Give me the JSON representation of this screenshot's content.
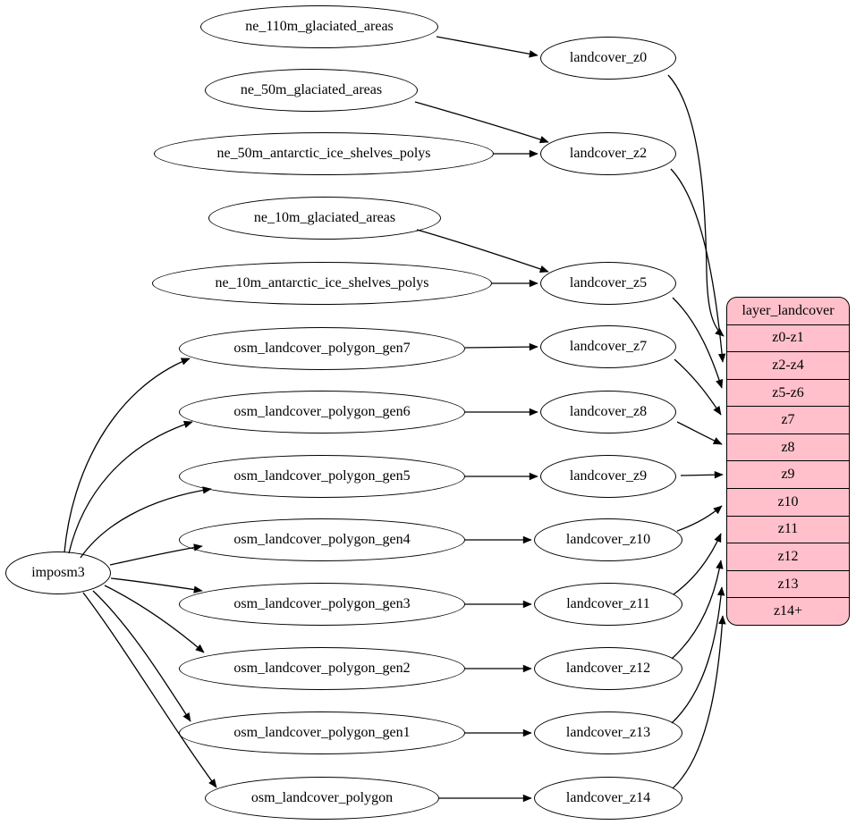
{
  "diagram": {
    "kind": "dataflow-graph",
    "background": "#ffffff",
    "node_fill": "#ffffff",
    "node_stroke": "#000000",
    "edge_color": "#000000",
    "record_fill": "#ffc0cb"
  },
  "nodes": {
    "importer": "imposm3",
    "sources": [
      "ne_110m_glaciated_areas",
      "ne_50m_glaciated_areas",
      "ne_50m_antarctic_ice_shelves_polys",
      "ne_10m_glaciated_areas",
      "ne_10m_antarctic_ice_shelves_polys",
      "osm_landcover_polygon_gen7",
      "osm_landcover_polygon_gen6",
      "osm_landcover_polygon_gen5",
      "osm_landcover_polygon_gen4",
      "osm_landcover_polygon_gen3",
      "osm_landcover_polygon_gen2",
      "osm_landcover_polygon_gen1",
      "osm_landcover_polygon"
    ],
    "transforms": [
      "landcover_z0",
      "landcover_z2",
      "landcover_z5",
      "landcover_z7",
      "landcover_z8",
      "landcover_z9",
      "landcover_z10",
      "landcover_z11",
      "landcover_z12",
      "landcover_z13",
      "landcover_z14"
    ]
  },
  "record": {
    "title": "layer_landcover",
    "rows": [
      "z0-z1",
      "z2-z4",
      "z5-z6",
      "z7",
      "z8",
      "z9",
      "z10",
      "z11",
      "z12",
      "z13",
      "z14+"
    ]
  },
  "edges": [
    [
      "ne_110m_glaciated_areas",
      "landcover_z0"
    ],
    [
      "ne_50m_glaciated_areas",
      "landcover_z2"
    ],
    [
      "ne_50m_antarctic_ice_shelves_polys",
      "landcover_z2"
    ],
    [
      "ne_10m_glaciated_areas",
      "landcover_z5"
    ],
    [
      "ne_10m_antarctic_ice_shelves_polys",
      "landcover_z5"
    ],
    [
      "imposm3",
      "osm_landcover_polygon_gen7"
    ],
    [
      "imposm3",
      "osm_landcover_polygon_gen6"
    ],
    [
      "imposm3",
      "osm_landcover_polygon_gen5"
    ],
    [
      "imposm3",
      "osm_landcover_polygon_gen4"
    ],
    [
      "imposm3",
      "osm_landcover_polygon_gen3"
    ],
    [
      "imposm3",
      "osm_landcover_polygon_gen2"
    ],
    [
      "imposm3",
      "osm_landcover_polygon_gen1"
    ],
    [
      "imposm3",
      "osm_landcover_polygon"
    ],
    [
      "osm_landcover_polygon_gen7",
      "landcover_z7"
    ],
    [
      "osm_landcover_polygon_gen6",
      "landcover_z8"
    ],
    [
      "osm_landcover_polygon_gen5",
      "landcover_z9"
    ],
    [
      "osm_landcover_polygon_gen4",
      "landcover_z10"
    ],
    [
      "osm_landcover_polygon_gen3",
      "landcover_z11"
    ],
    [
      "osm_landcover_polygon_gen2",
      "landcover_z12"
    ],
    [
      "osm_landcover_polygon_gen1",
      "landcover_z13"
    ],
    [
      "osm_landcover_polygon",
      "landcover_z14"
    ],
    [
      "landcover_z0",
      "layer_landcover:z0-z1"
    ],
    [
      "landcover_z2",
      "layer_landcover:z2-z4"
    ],
    [
      "landcover_z5",
      "layer_landcover:z5-z6"
    ],
    [
      "landcover_z7",
      "layer_landcover:z7"
    ],
    [
      "landcover_z8",
      "layer_landcover:z8"
    ],
    [
      "landcover_z9",
      "layer_landcover:z9"
    ],
    [
      "landcover_z10",
      "layer_landcover:z10"
    ],
    [
      "landcover_z11",
      "layer_landcover:z11"
    ],
    [
      "landcover_z12",
      "layer_landcover:z12"
    ],
    [
      "landcover_z13",
      "layer_landcover:z13"
    ],
    [
      "landcover_z14",
      "layer_landcover:z14+"
    ]
  ]
}
